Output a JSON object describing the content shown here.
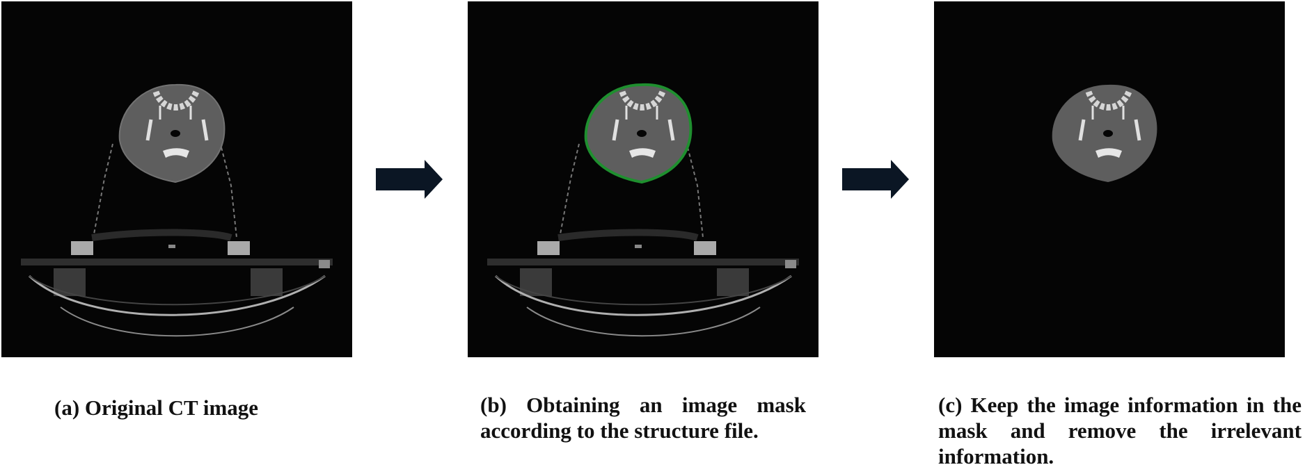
{
  "panels": [
    {
      "id": "a",
      "caption": "(a) Original CT image",
      "show_scanner": true,
      "show_mask": false
    },
    {
      "id": "b",
      "caption": "(b) Obtaining an image mask according to the structure file.",
      "show_scanner": true,
      "show_mask": true
    },
    {
      "id": "c",
      "caption": "(c) Keep the image information in the mask and remove the irrelevant information.",
      "show_scanner": false,
      "show_mask": false
    }
  ],
  "colors": {
    "background": "#050505",
    "tissue": "#5e5e5e",
    "bone": "#d6d6d6",
    "mask_contour": "#1f8f2f",
    "arrow": "#0b1624"
  },
  "icons": [
    "ct-head-scan",
    "right-arrow-icon",
    "mask-contour"
  ]
}
